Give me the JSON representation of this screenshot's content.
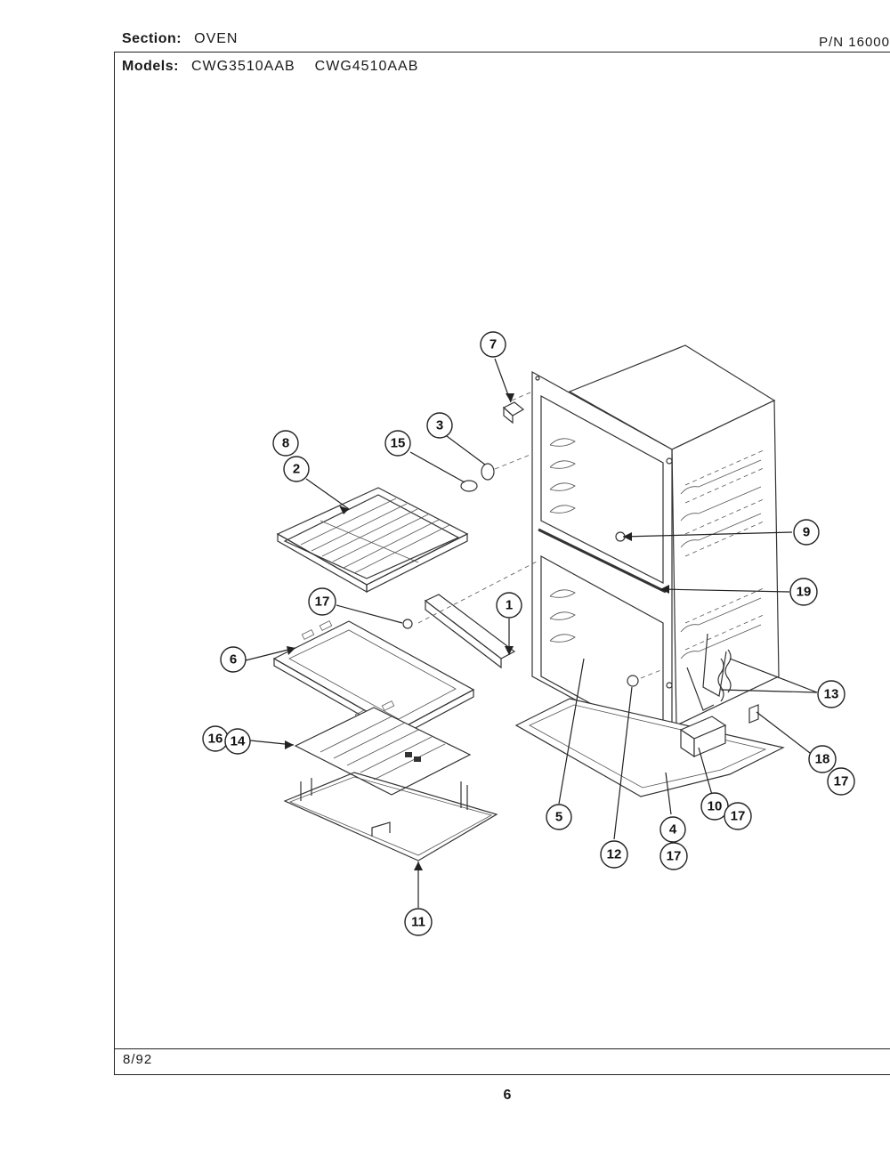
{
  "header": {
    "section_label": "Section:",
    "section_value": "OVEN",
    "models_label": "Models:",
    "model_1": "CWG3510AAB",
    "model_2": "CWG4510AAB",
    "part_number": "P/N 16000"
  },
  "footer": {
    "date": "8/92",
    "page_number": "6"
  },
  "callouts": [
    "7",
    "3",
    "15",
    "8",
    "2",
    "9",
    "19",
    "17",
    "1",
    "6",
    "13",
    "16",
    "14",
    "18",
    "17",
    "10",
    "17",
    "5",
    "4",
    "17",
    "12",
    "11"
  ],
  "colors": {
    "ink": "#222222",
    "paper": "#ffffff"
  }
}
